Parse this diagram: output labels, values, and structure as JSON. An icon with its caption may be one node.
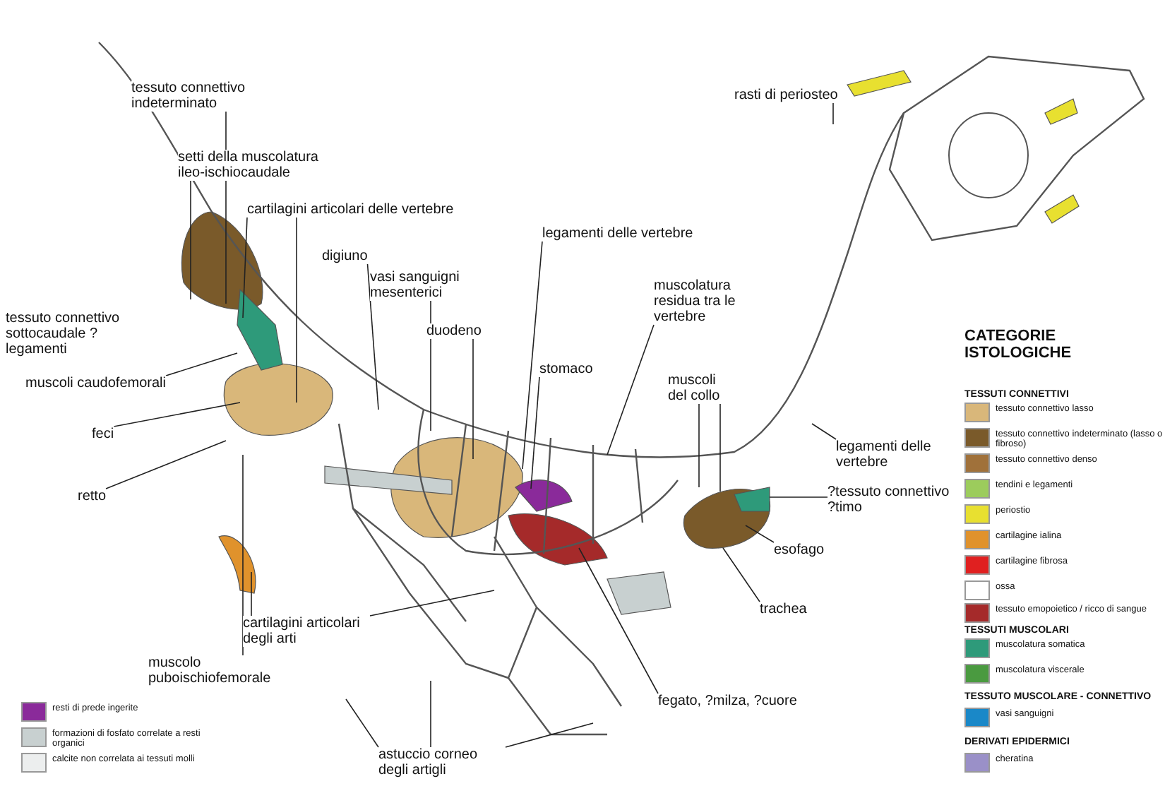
{
  "diagram": {
    "nodes": [
      {
        "text": [
          "rasti di periosteo"
        ]
      },
      {
        "text": [
          "tessuto connettivo indeterminato"
        ]
      },
      {
        "text": [
          "setti della muscolatura ileo-ischiocaudale"
        ]
      },
      {
        "text": [
          "cartilagini articolari delle vertebre"
        ]
      },
      {
        "text": [
          "digiuno"
        ]
      },
      {
        "text": [
          "vasi sanguigni mesenterici"
        ]
      },
      {
        "text": [
          "legamenti delle vertebre"
        ]
      },
      {
        "text": [
          "duodeno"
        ]
      },
      {
        "text": [
          "muscolatura residua tra le vertebre"
        ]
      },
      {
        "text": [
          "tessuto connettivo sottocaudale ?legamenti"
        ]
      },
      {
        "text": [
          "stomaco"
        ]
      },
      {
        "text": [
          "muscoli caudofemorali"
        ]
      },
      {
        "text": [
          "muscoli del collo"
        ]
      },
      {
        "text": [
          "legamenti delle vertebre"
        ]
      },
      {
        "text": [
          "feci"
        ]
      },
      {
        "text": [
          "?tessuto connettivo ?timo"
        ]
      },
      {
        "text": [
          "retto"
        ]
      },
      {
        "text": [
          "esofago"
        ]
      },
      {
        "text": [
          "trachea"
        ]
      },
      {
        "text": [
          "cartilagini articolari degli arti"
        ]
      },
      {
        "text": [
          "muscolo puboischiofemorale"
        ]
      },
      {
        "text": [
          "fegato, ?milza, ?cuore"
        ]
      },
      {
        "text": [
          "astuccio corneo degli artigli"
        ]
      }
    ],
    "edges": [
      {
        "from": 0,
        "to": null,
        "arrow": "none"
      },
      {
        "from": 1,
        "to": null,
        "arrow": "none"
      },
      {
        "from": 2,
        "to": null,
        "arrow": "none"
      },
      {
        "from": 3,
        "to": null,
        "arrow": "none"
      },
      {
        "from": 3,
        "to": null,
        "arrow": "none"
      },
      {
        "from": 4,
        "to": null,
        "arrow": "none"
      },
      {
        "from": 5,
        "to": null,
        "arrow": "none"
      },
      {
        "from": 6,
        "to": null,
        "arrow": "none"
      },
      {
        "from": 7,
        "to": null,
        "arrow": "none"
      },
      {
        "from": 8,
        "to": null,
        "arrow": "none"
      },
      {
        "from": 10,
        "to": null,
        "arrow": "none"
      },
      {
        "from": 11,
        "to": null,
        "arrow": "none"
      },
      {
        "from": 12,
        "to": null,
        "arrow": "none"
      },
      {
        "from": 12,
        "to": null,
        "arrow": "none"
      },
      {
        "from": 13,
        "to": null,
        "arrow": "none"
      },
      {
        "from": 14,
        "to": null,
        "arrow": "none"
      },
      {
        "from": 15,
        "to": null,
        "arrow": "none"
      },
      {
        "from": 16,
        "to": null,
        "arrow": "none"
      },
      {
        "from": 17,
        "to": null,
        "arrow": "none"
      },
      {
        "from": 18,
        "to": null,
        "arrow": "none"
      },
      {
        "from": 19,
        "to": null,
        "arrow": "none"
      },
      {
        "from": 19,
        "to": null,
        "arrow": "none"
      },
      {
        "from": 20,
        "to": null,
        "arrow": "none"
      },
      {
        "from": 21,
        "to": null,
        "arrow": "none"
      },
      {
        "from": 22,
        "to": null,
        "arrow": "none"
      },
      {
        "from": 22,
        "to": null,
        "arrow": "none"
      },
      {
        "from": 22,
        "to": null,
        "arrow": "none"
      }
    ],
    "labels": [
      "CATEGORIE ISTOLOGICHE",
      "TESSUTI CONNETTIVI",
      "TESSUTI MUSCOLARI",
      "TESSUTO MUSCOLARE - CONNETTIVO",
      "DERIVATI EPIDERMICI"
    ],
    "legend": [
      {
        "text": "tessuto connettivo lasso",
        "color": "#d9b77a"
      },
      {
        "text": "tessuto connettivo indeterminato (lasso o fibroso)",
        "color": "#7a5a2a"
      },
      {
        "text": "tessuto connettivo denso",
        "color": "#a0713a"
      },
      {
        "text": "tendini e legamenti",
        "color": "#9ccc5c"
      },
      {
        "text": "periostio",
        "color": "#e8e030"
      },
      {
        "text": "cartilagine ialina",
        "color": "#e0922c"
      },
      {
        "text": "cartilagine fibrosa",
        "color": "#e02020"
      },
      {
        "text": "ossa",
        "color": "#ffffff"
      },
      {
        "text": "tessuto emopoietico / ricco di sangue",
        "color": "#a52a2a"
      },
      {
        "text": "muscolatura somatica",
        "color": "#2e9a7a"
      },
      {
        "text": "muscolatura viscerale",
        "color": "#4a9a40"
      },
      {
        "text": "vasi sanguigni",
        "color": "#1a88c8"
      },
      {
        "text": "cheratina",
        "color": "#9a90c8"
      },
      {
        "text": "resti di prede ingerite",
        "color": "#8a2a9a"
      },
      {
        "text": "formazioni di fosfato correlate a resti organici",
        "color": "#c8d0d0"
      },
      {
        "text": "calcite non correlata ai tessuti molli",
        "color": "#eceeee"
      }
    ]
  }
}
